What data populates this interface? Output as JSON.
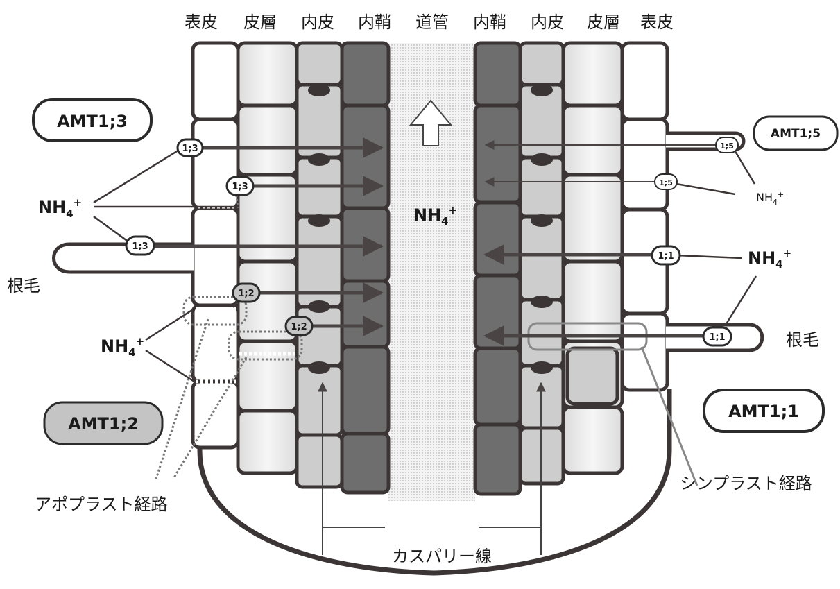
{
  "headers": [
    "表皮",
    "皮層",
    "内皮",
    "内鞘",
    "道管",
    "内鞘",
    "内皮",
    "皮層",
    "表皮"
  ],
  "amt_boxes": {
    "amt13": "AMT1;3",
    "amt15": "AMT1;5",
    "amt12": "AMT1;2",
    "amt11": "AMT1;1"
  },
  "badges": {
    "b13a": "1;3",
    "b13b": "1;3",
    "b13c": "1;3",
    "b12a": "1;2",
    "b12b": "1;2",
    "b15a": "1;5",
    "b15b": "1;5",
    "b11a": "1;1",
    "b11b": "1;1"
  },
  "ion": {
    "base": "NH",
    "sub": "4",
    "sup": "+"
  },
  "labels": {
    "root_hair_left": "根毛",
    "root_hair_right": "根毛",
    "apoplast": "アポプラスト経路",
    "symplast": "シンプラスト経路",
    "casparian": "カスパリー線"
  },
  "colors": {
    "cell_white": "#ffffff",
    "cortex": "#e9e9e9",
    "endodermis": "#c8c8c8",
    "pericycle": "#6e6e6e",
    "outline": "#3c3535",
    "amt12_fill": "#c4c4c4",
    "xylem_dots": "#9a9a9a"
  }
}
